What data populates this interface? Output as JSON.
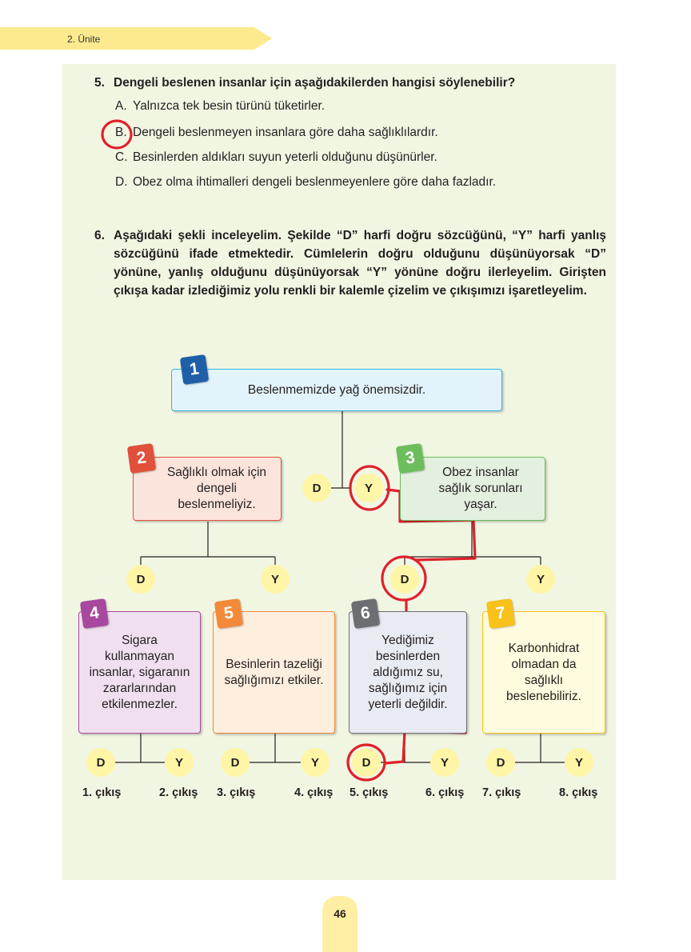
{
  "header": {
    "unit": "2. Ünite"
  },
  "q5": {
    "number": "5.",
    "question": "Dengeli beslenen insanlar için aşağıdakilerden hangisi söylenebilir?",
    "options": [
      {
        "letter": "A.",
        "text": "Yalnızca tek besin türünü tüketirler."
      },
      {
        "letter": "B.",
        "text": "Dengeli beslenmeyen insanlara göre daha sağlıklılardır."
      },
      {
        "letter": "C.",
        "text": "Besinlerden aldıkları suyun yeterli olduğunu düşünürler."
      },
      {
        "letter": "D.",
        "text": "Obez olma ihtimalleri dengeli beslenmeyenlere göre daha fazladır."
      }
    ]
  },
  "q6": {
    "number": "6.",
    "text": "Aşağıdaki şekli inceleyelim. Şekilde “D” harfi doğru sözcüğünü, “Y” harfi yanlış sözcüğünü ifade etmektedir. Cümlelerin doğru olduğunu düşünüyorsak “D” yönüne, yanlış olduğunu düşünüyorsak “Y” yönüne doğru ilerleyelim. Girişten çıkışa kadar izlediğimiz yolu renkli bir kalemle çizelim ve çıkışımızı işaretleyelim."
  },
  "diagram": {
    "boxes": [
      {
        "num": "1",
        "text": "Beslenmemizde yağ önemsizdir."
      },
      {
        "num": "2",
        "text": "Sağlıklı olmak için dengeli beslenmeliyiz."
      },
      {
        "num": "3",
        "text": "Obez insanlar sağlık sorunları yaşar."
      },
      {
        "num": "4",
        "text": "Sigara kullanmayan insanlar, sigaranın zararlarından etkilenmezler."
      },
      {
        "num": "5",
        "text": "Besinlerin tazeliği sağlığımızı etkiler."
      },
      {
        "num": "6",
        "text": "Yediğimiz besinlerden aldığımız su, sağlığımız için yeterli değildir."
      },
      {
        "num": "7",
        "text": "Karbonhidrat olmadan da sağlıklı beslenebiliriz."
      }
    ],
    "true_label": "D",
    "false_label": "Y",
    "exits": [
      "1. çıkış",
      "2. çıkış",
      "3. çıkış",
      "4. çıkış",
      "5. çıkış",
      "6. çıkış",
      "7. çıkış",
      "8. çıkış"
    ]
  },
  "footer": {
    "page_number": "46"
  },
  "colors": {
    "panel": "#f1f6e3",
    "tab": "#fde98e",
    "annotation_red": "#e0212b",
    "badge1": "#1f5fa8",
    "badge2": "#e0503a",
    "badge3": "#6cbd5c",
    "badge4": "#a8489e",
    "badge5": "#f28a3a",
    "badge6": "#6d6e71",
    "badge7": "#f9c21a"
  }
}
